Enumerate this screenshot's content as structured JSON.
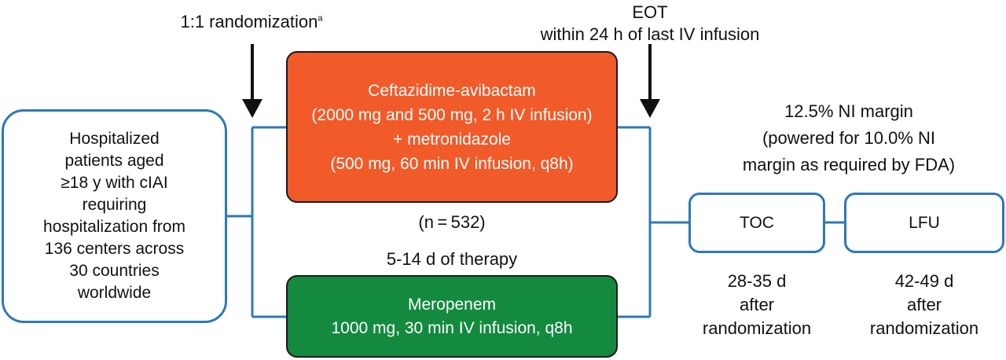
{
  "patients": {
    "lines": [
      "Hospitalized",
      "patients aged",
      "≥18 y with cIAI",
      "requiring",
      "hospitalization from",
      "136 centers across",
      "30 countries",
      "worldwide"
    ]
  },
  "randomization": {
    "label": "1:1 randomization",
    "footnote": "a"
  },
  "eot": {
    "title": "EOT",
    "subtitle": "within 24 h of last IV infusion"
  },
  "arm_caz": {
    "lines": [
      "Ceftazidime-avibactam",
      "(2000 mg and 500 mg, 2 h IV infusion)",
      "+ metronidazole",
      "(500 mg, 60 min IV infusion, q8h)"
    ],
    "n": "(n = 532)",
    "color": "#f15a29"
  },
  "therapy_duration": "5-14 d of therapy",
  "arm_mero": {
    "lines": [
      "Meropenem",
      "1000 mg, 30 min IV infusion, q8h"
    ],
    "color": "#138a3e"
  },
  "ni_margin": {
    "lines": [
      "12.5% NI margin",
      "(powered for 10.0% NI",
      "margin as required by FDA)"
    ]
  },
  "toc": {
    "label": "TOC",
    "timing": [
      "28-35 d",
      "after",
      "randomization"
    ]
  },
  "lfu": {
    "label": "LFU",
    "timing": [
      "42-49 d",
      "after",
      "randomization"
    ]
  },
  "connector_color": "#2f78b7"
}
